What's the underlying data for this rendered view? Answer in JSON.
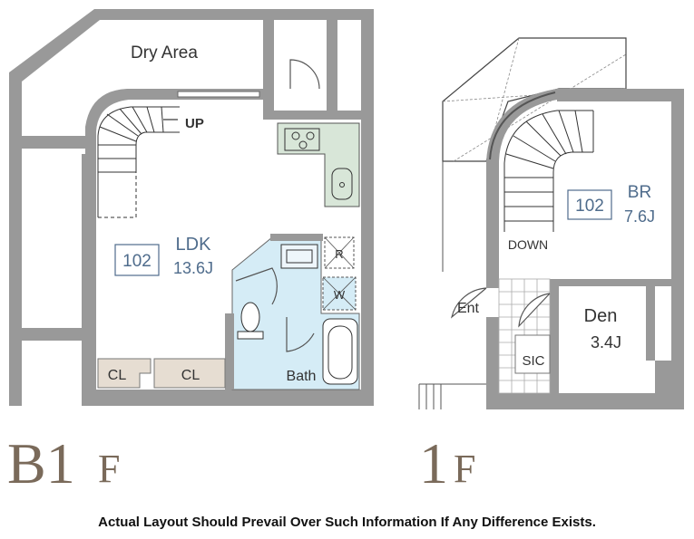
{
  "b1": {
    "dry_area": "Dry Area",
    "up": "UP",
    "ldk_number": "102",
    "ldk_name": "LDK",
    "ldk_size": "13.6J",
    "cl_left": "CL",
    "cl_right": "CL",
    "bath": "Bath",
    "fridge_mark": "R",
    "washer_mark": "W"
  },
  "f1": {
    "br_number": "102",
    "br_name": "BR",
    "br_size": "7.6J",
    "down": "DOWN",
    "ent": "Ent",
    "den_name": "Den",
    "den_size": "3.4J",
    "sic": "SIC"
  },
  "floor_labels": {
    "b1_main": "B1",
    "b1_suffix": "F",
    "f1_main": "1",
    "f1_suffix": "F"
  },
  "disclaimer": "Actual Layout Should Prevail Over Such Information If Any Difference Exists.",
  "colors": {
    "wall": "#999999",
    "closet": "#e6ddd2",
    "kitchen": "#d8e6d8",
    "wet_area": "#d5ecf6",
    "text_blue": "#4f6c8c",
    "floor_label": "#7a6a5a"
  }
}
